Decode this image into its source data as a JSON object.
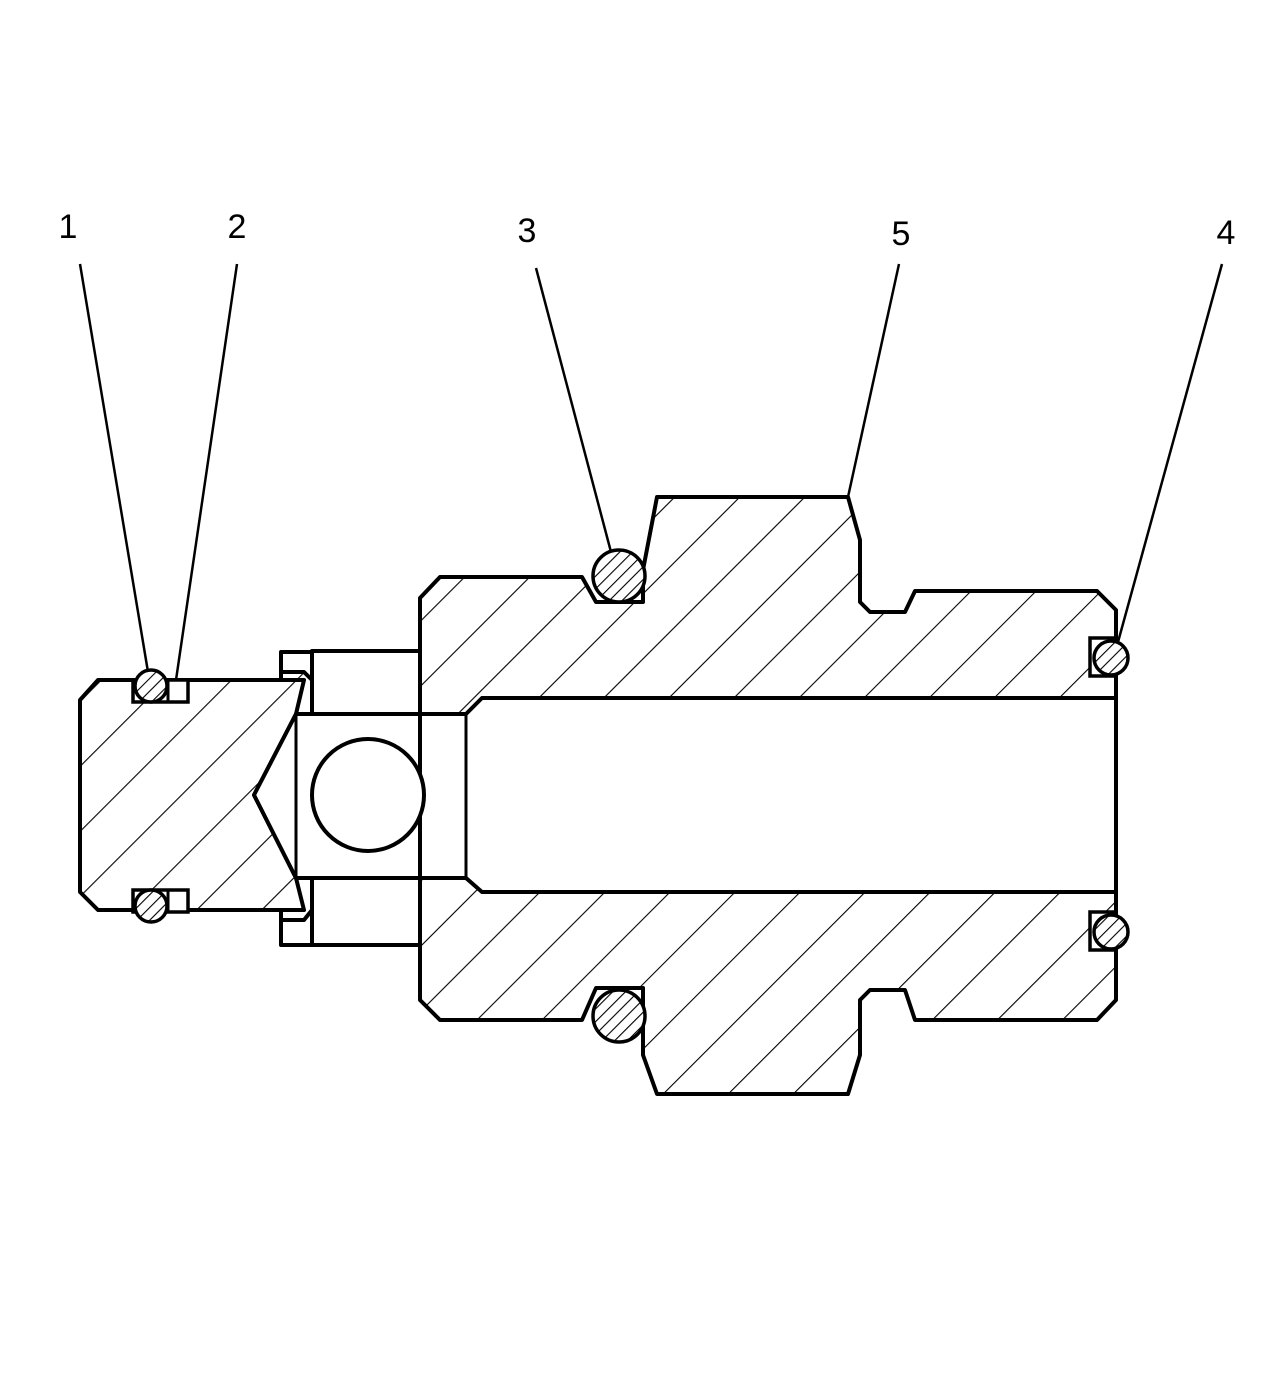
{
  "callouts": [
    {
      "id": "1",
      "label": "1"
    },
    {
      "id": "2",
      "label": "2"
    },
    {
      "id": "3",
      "label": "3"
    },
    {
      "id": "5",
      "label": "5"
    },
    {
      "id": "4",
      "label": "4"
    }
  ],
  "colors": {
    "line": "#000000",
    "background": "#ffffff"
  }
}
